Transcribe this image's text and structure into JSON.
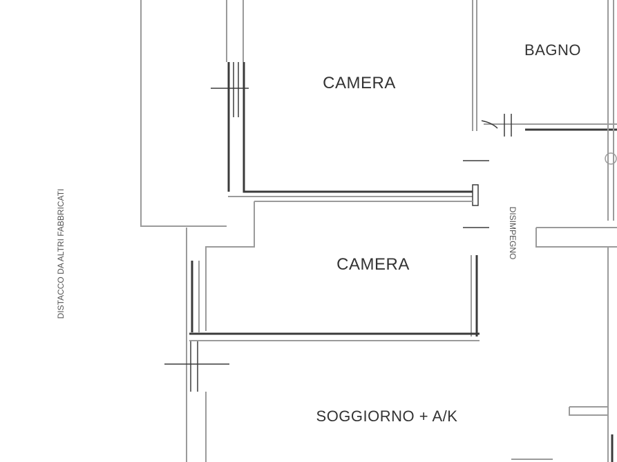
{
  "rooms": {
    "camera_top": "CAMERA",
    "bagno": "BAGNO",
    "camera_mid": "CAMERA",
    "soggiorno": "SOGGIORNO + A/K",
    "disimpegno": "DISIMPEGNO"
  },
  "side_text": "DISTACCO DA ALTRI FABBRICATI",
  "colors": {
    "wall": "#3a3a3a",
    "wall_light": "#9a9a9a",
    "label": "#333333"
  }
}
